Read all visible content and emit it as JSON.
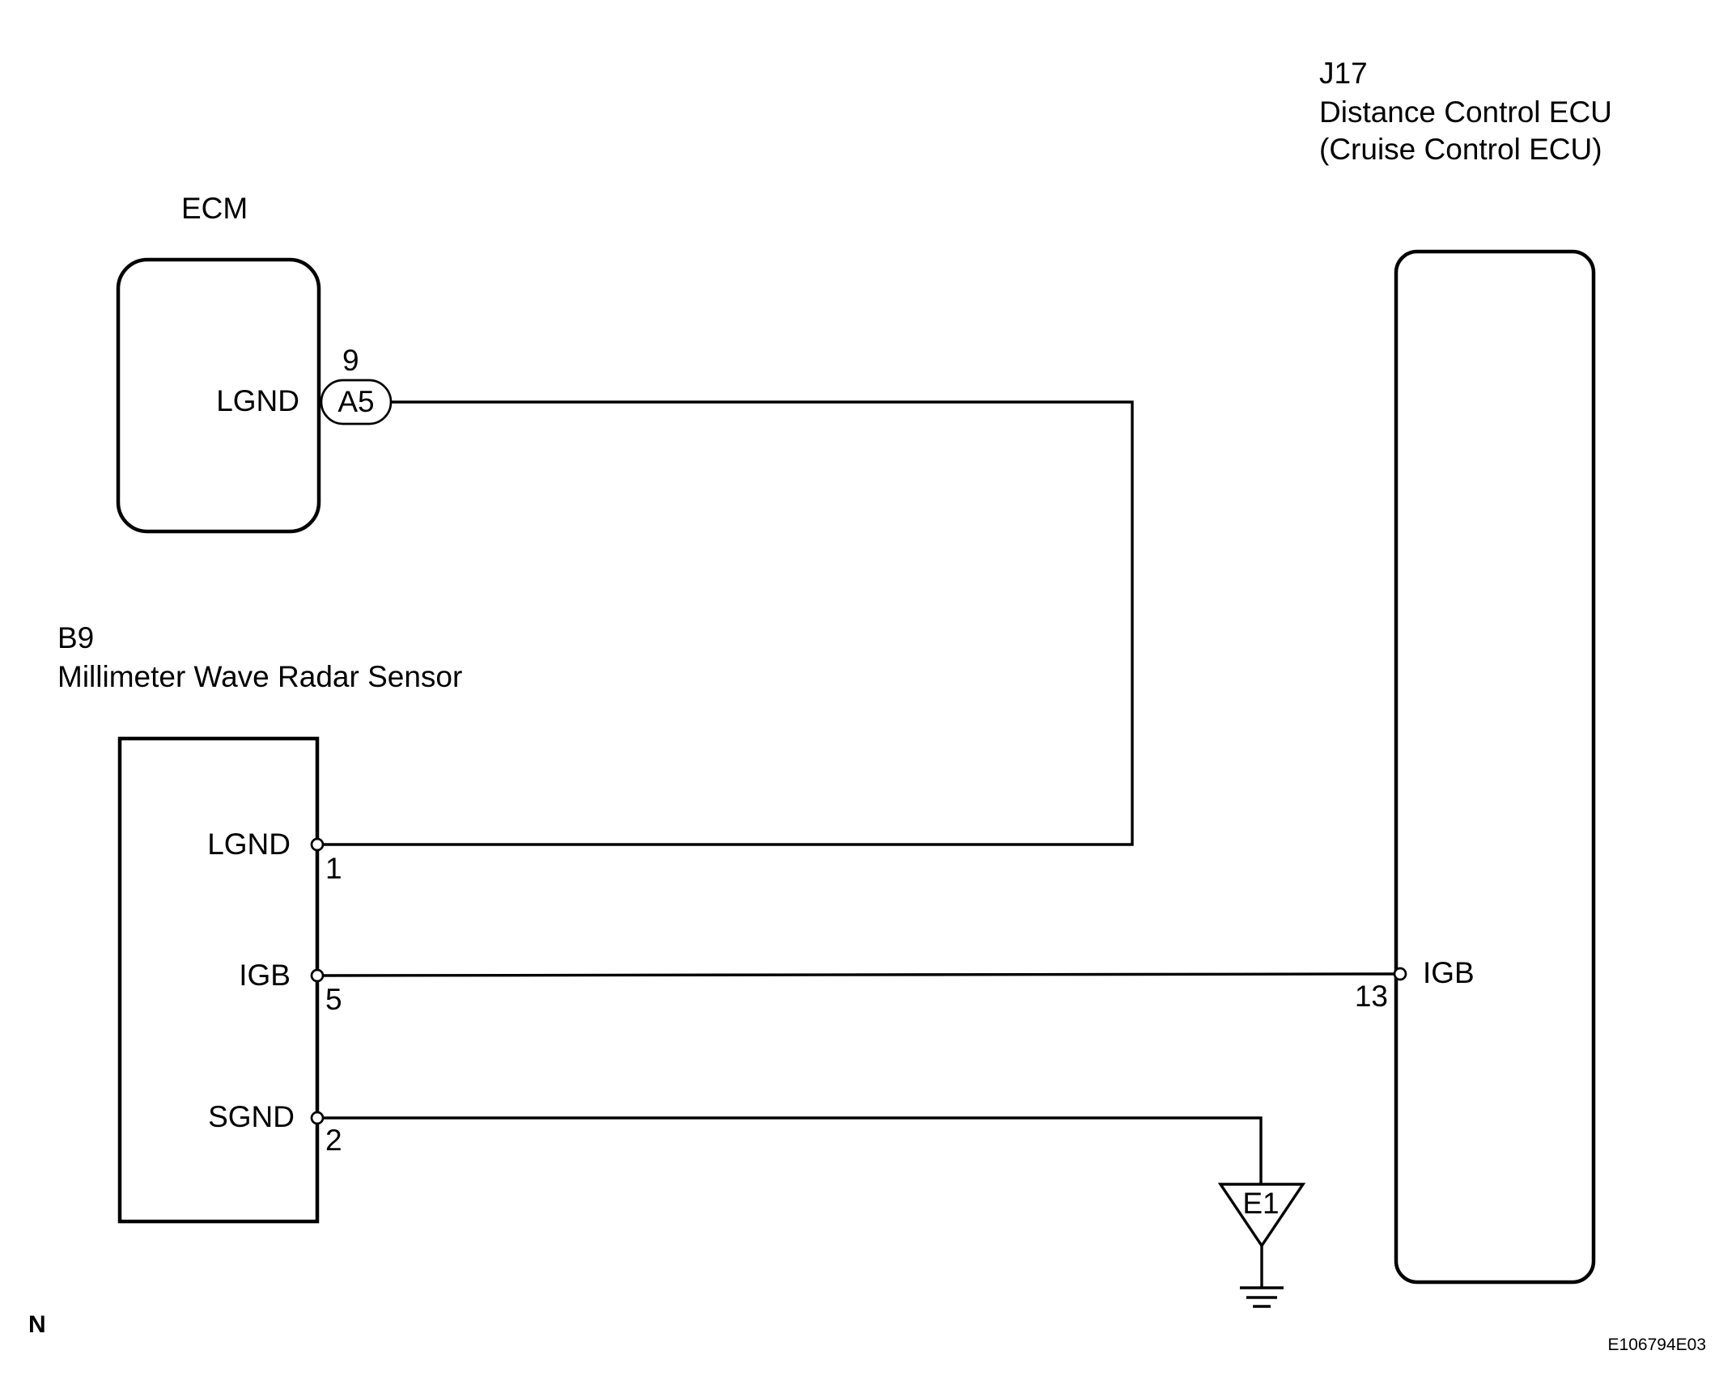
{
  "components": {
    "ecm": {
      "name": "ECM",
      "terminal_name": "LGND",
      "connector": "A5",
      "pin": "9"
    },
    "j17": {
      "code": "J17",
      "name": "Distance Control ECU",
      "alt_name": "(Cruise Control ECU)",
      "terminal_name": "IGB",
      "pin": "13"
    },
    "b9": {
      "code": "B9",
      "name": "Millimeter Wave Radar Sensor",
      "terminals": [
        {
          "name": "LGND",
          "pin": "1"
        },
        {
          "name": "IGB",
          "pin": "5"
        },
        {
          "name": "SGND",
          "pin": "2"
        }
      ]
    },
    "ground": {
      "name": "E1"
    }
  },
  "footer": {
    "corner_letter": "N",
    "figure_id": "E106794E03"
  }
}
